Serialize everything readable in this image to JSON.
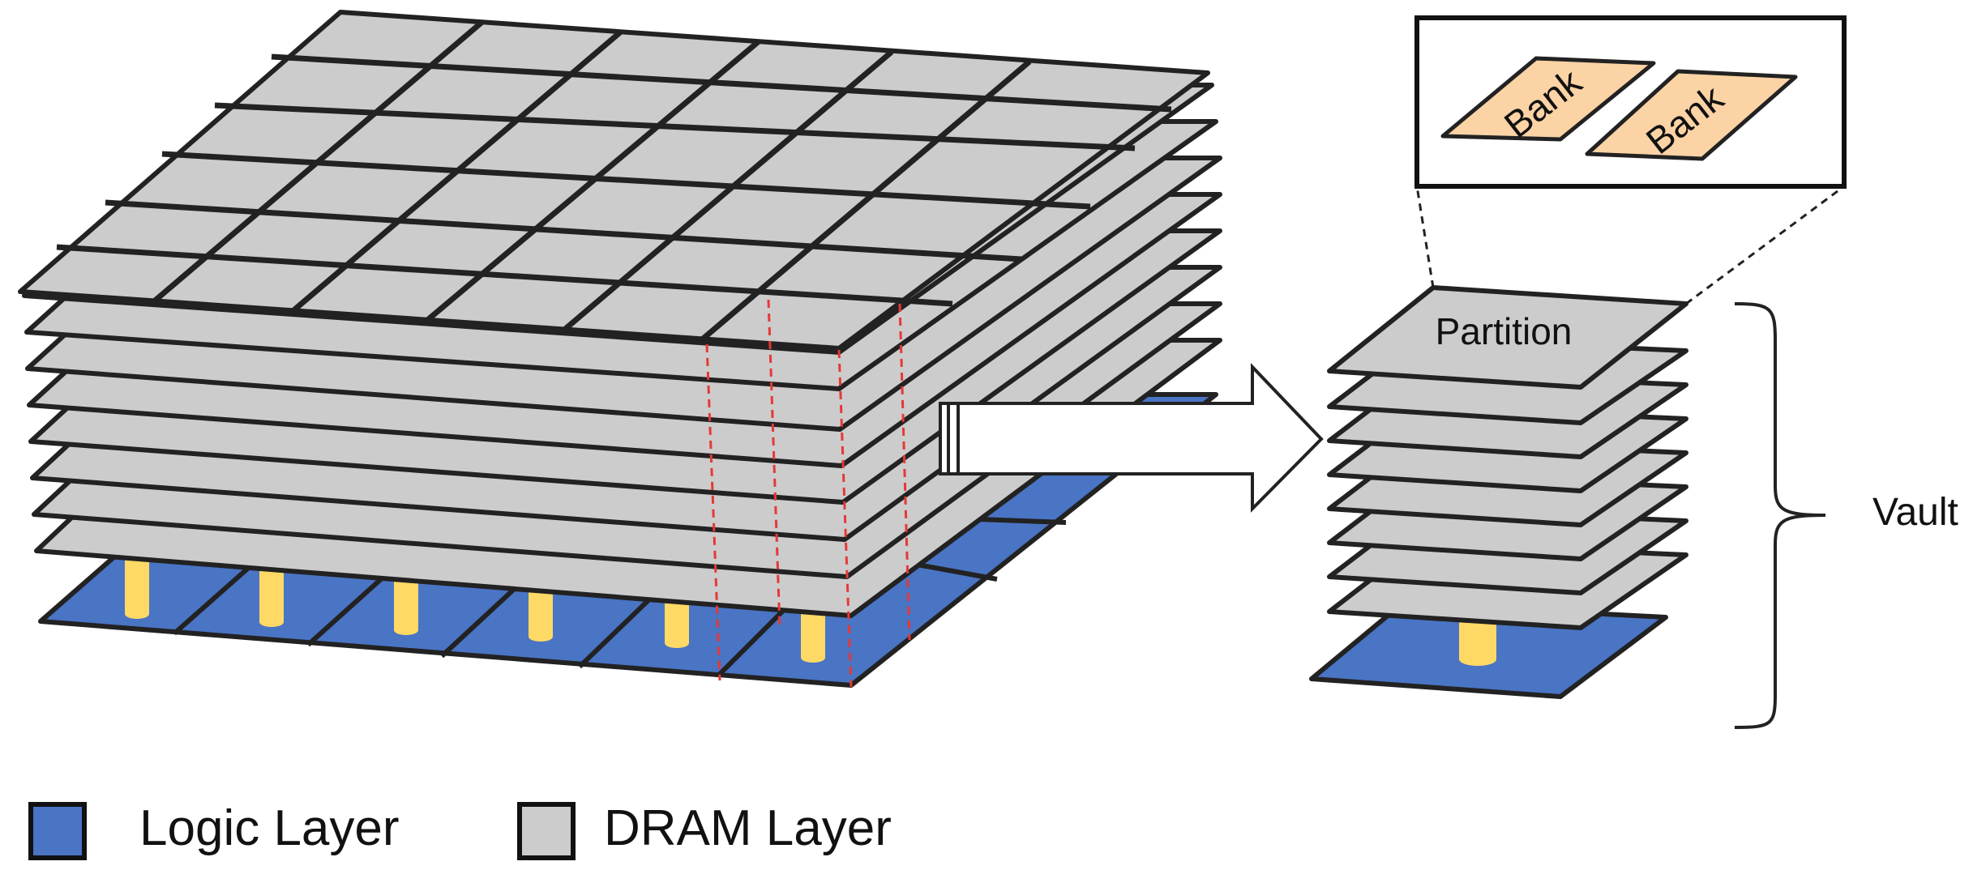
{
  "labels": {
    "partition": "Partition",
    "vault": "Vault",
    "bank_1": "Bank",
    "bank_2": "Bank"
  },
  "legend": {
    "logic": "Logic Layer",
    "dram": "DRAM Layer"
  },
  "colors": {
    "logic": "#4a74c4",
    "dram": "#cccccc",
    "bank": "#fbd3a5",
    "tsv": "#ffd966",
    "tsv_highlight": "#e53935",
    "outline": "#222222"
  }
}
